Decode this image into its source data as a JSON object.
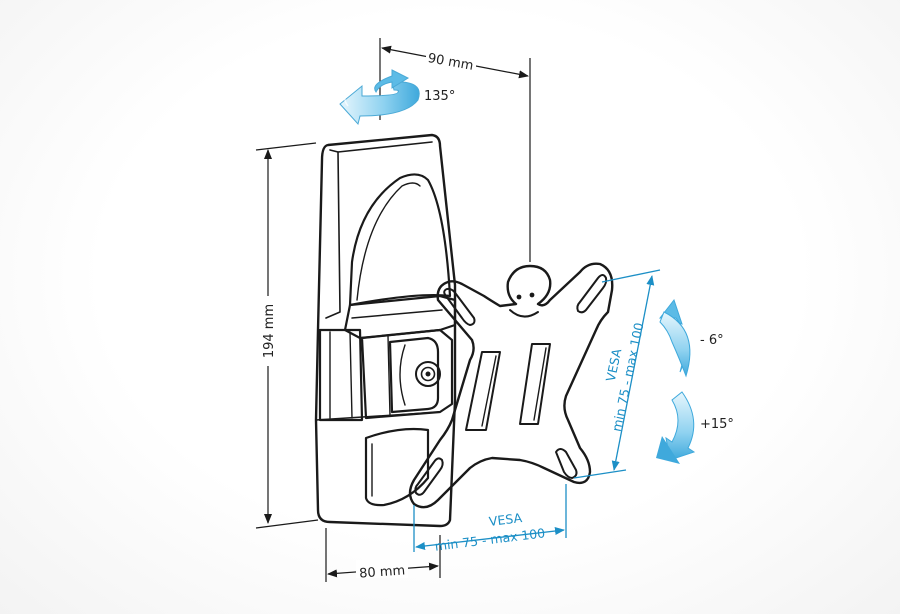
{
  "dimensions": {
    "depth_top": "90 mm",
    "height": "194 mm",
    "width_bottom": "80 mm"
  },
  "swivel": {
    "angle": "135°"
  },
  "tilt": {
    "up": "- 6°",
    "down": "+15°"
  },
  "vesa": {
    "horizontal": {
      "line1": "VESA",
      "line2": "min 75 - max 100"
    },
    "vertical": {
      "line1": "VESA",
      "line2": "min 75 - max 100"
    }
  },
  "colors": {
    "accent_blue": "#1c8fc6",
    "arrow_light": "#bfe6f7",
    "arrow_mid": "#5cbbe6",
    "outline": "#1a1a1a"
  },
  "icons": {
    "swivel_arrow": "rotate-arrow-icon",
    "tilt_arrows": "tilt-arrow-icon"
  }
}
